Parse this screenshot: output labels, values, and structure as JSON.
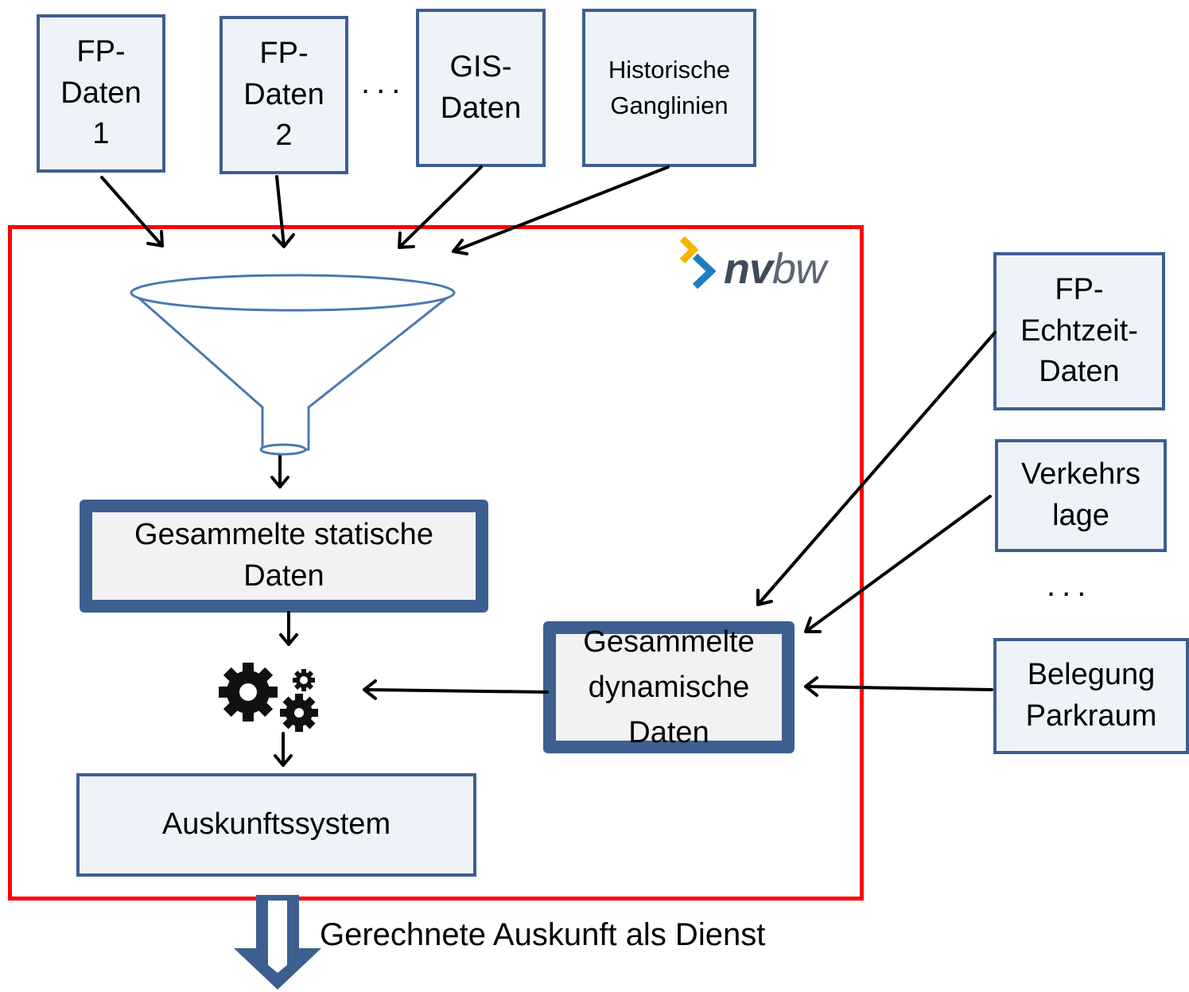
{
  "sources": {
    "fp1": "FP-\nDaten\n1",
    "fp2": "FP-\nDaten\n2",
    "gis": "GIS-\nDaten",
    "hist": "Historische\nGanglinien"
  },
  "dynamic_sources": {
    "fp_realtime": "FP-\nEchtzeit-\nDaten",
    "traffic": "Verkehrs\nlage",
    "parking": "Belegung\nParkraum"
  },
  "ellipsis": "...",
  "static_data": "Gesammelte statische\nDaten",
  "dynamic_data": "Gesammelte\ndynamische\nDaten",
  "info_system": "Auskunftssystem",
  "output_label": "Gerechnete Auskunft als Dienst",
  "logo": {
    "bold": "nv",
    "light": "bw"
  },
  "colors": {
    "frame": "#ff0000",
    "box_border": "#3d5f8f",
    "box_fill": "#eef3fa",
    "funnel": "#4a78b0"
  }
}
